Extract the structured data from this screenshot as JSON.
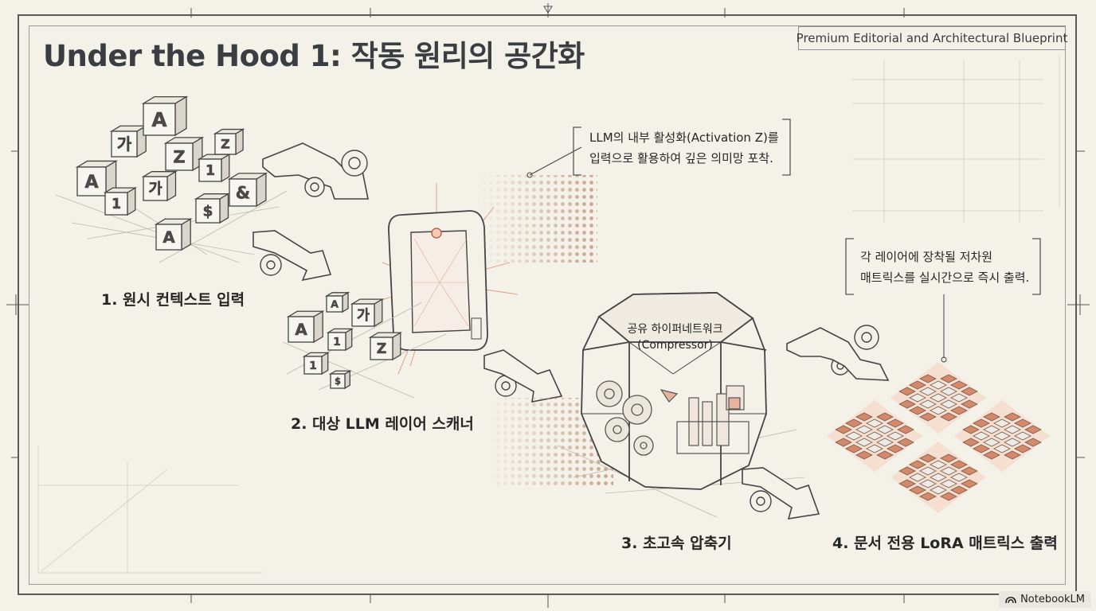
{
  "header": {
    "title": "Under the Hood 1: 작동 원리의 공간화",
    "badge": "Premium Editorial and Architectural Blueprint"
  },
  "stages": [
    {
      "label": "1. 원시 컨텍스트 입력"
    },
    {
      "label": "2. 대상 LLM 레이어 스캐너"
    },
    {
      "label": "3. 초고속 압축기"
    },
    {
      "label": "4. 문서 전용 LoRA 매트릭스 출력"
    }
  ],
  "notes": {
    "activation": {
      "line1": "LLM의 내부 활성화(Activation Z)를",
      "line2": "입력으로 활용하여 깊은 의미망 포착."
    },
    "lora": {
      "line1": "각 레이어에 장착될 저차원",
      "line2": "매트릭스를 실시간으로 즉시 출력."
    }
  },
  "compressor": {
    "line1": "공유 하이퍼네트워크",
    "line2": "(Compressor)"
  },
  "input_blocks": {
    "top": [
      "A",
      "가",
      "Z",
      "1",
      "&",
      "$",
      "가",
      "1",
      "A",
      "A",
      "Z"
    ],
    "mid": [
      "A",
      "A",
      "가",
      "1",
      "Z",
      "1",
      "$"
    ]
  },
  "colors": {
    "accent": "#d4896a",
    "ink": "#3a3d41",
    "paper": "#f4f1e8"
  },
  "footer": {
    "brand": "NotebookLM"
  }
}
